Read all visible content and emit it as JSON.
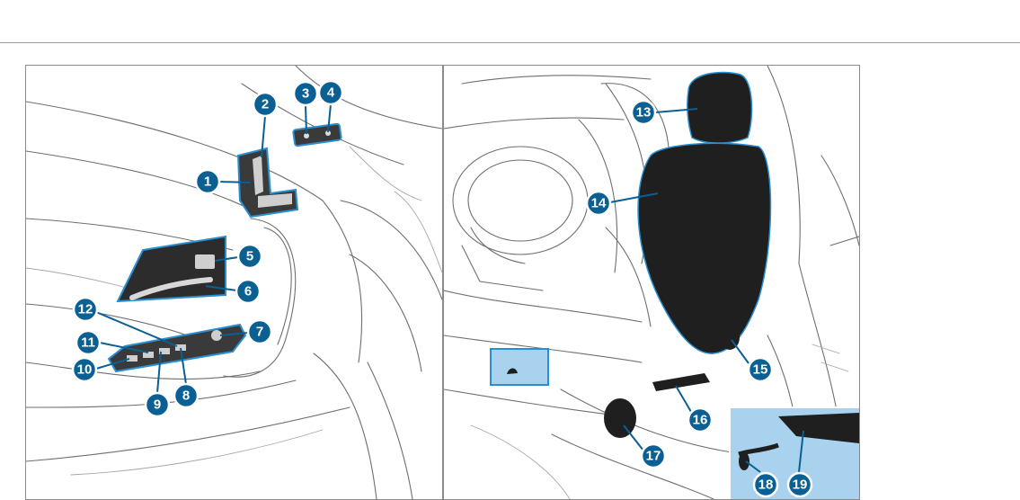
{
  "colors": {
    "callout_fill": "#0a5f93",
    "highlight_outline": "#2a8fd0",
    "inset_background": "#a9d2ef",
    "seat_dark": "#1f1f1f"
  },
  "left_panel": {
    "callouts": [
      {
        "label": "1"
      },
      {
        "label": "2"
      },
      {
        "label": "3"
      },
      {
        "label": "4"
      },
      {
        "label": "5"
      },
      {
        "label": "6"
      },
      {
        "label": "7"
      },
      {
        "label": "8"
      },
      {
        "label": "9"
      },
      {
        "label": "10"
      },
      {
        "label": "11"
      },
      {
        "label": "12"
      }
    ]
  },
  "right_panel": {
    "callouts": [
      {
        "label": "13"
      },
      {
        "label": "14"
      },
      {
        "label": "15"
      },
      {
        "label": "16"
      },
      {
        "label": "17"
      },
      {
        "label": "18"
      },
      {
        "label": "19"
      }
    ]
  }
}
